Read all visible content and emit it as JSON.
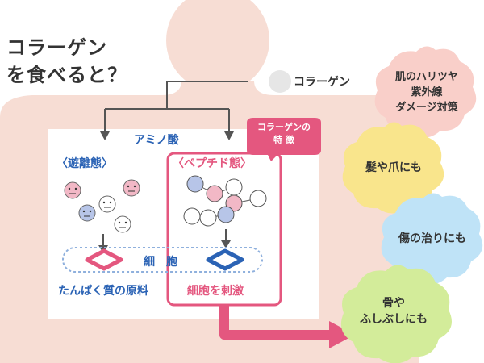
{
  "title": {
    "line1": "コラーゲン",
    "line2": "を食べると？"
  },
  "collagen_label": "コラーゲン",
  "amino_acid_label": "アミノ酸",
  "free_state_label": "〈遊離態〉",
  "peptide_state_label": "〈ペプチド態〉",
  "feature_badge": {
    "line1": "コラーゲンの",
    "line2": "特 徴"
  },
  "cell_label": "細　胞",
  "protein_source_label": "たんぱく質の原料",
  "cell_stimulation_label": "細胞を刺激",
  "benefits": [
    {
      "lines": [
        "肌のハリツヤ",
        "紫外線",
        "ダメージ対策"
      ],
      "color": "#f9cfc9"
    },
    {
      "lines": [
        "髪や爪にも"
      ],
      "color": "#f9e58c"
    },
    {
      "lines": [
        "傷の治りにも"
      ],
      "color": "#bfe3f7"
    },
    {
      "lines": [
        "骨や",
        "ふしぶしにも"
      ],
      "color": "#d3ec9a"
    }
  ],
  "colors": {
    "body_silhouette": "#f7ddd4",
    "body_inner": "#ffffff",
    "accent_pink": "#e4577f",
    "accent_blue": "#2b63b5",
    "arrow_gray": "#555555",
    "cell_band": "#8fb0dd"
  },
  "icons": [
    "free-amino-face-icon",
    "peptide-chain-icon",
    "cell-receptor-diamond-icon",
    "collagen-molecule-icon"
  ]
}
